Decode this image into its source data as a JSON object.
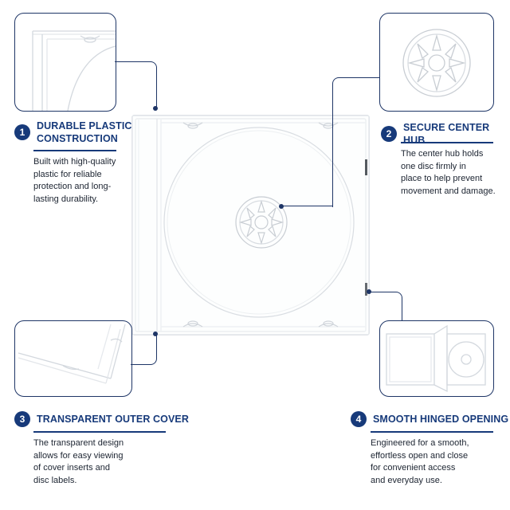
{
  "features": [
    {
      "number": "1",
      "title_line1": "DURABLE PLASTIC",
      "title_line2": "CONSTRUCTION",
      "description": [
        "Built with high-quality",
        "plastic for reliable",
        "protection and long-",
        "lasting durability."
      ]
    },
    {
      "number": "2",
      "title_line1": "SECURE CENTER HUB",
      "title_line2": "",
      "description": [
        "The center hub holds",
        "one disc firmly in",
        "place to help prevent",
        "movement and damage."
      ]
    },
    {
      "number": "3",
      "title_line1": "TRANSPARENT OUTER COVER",
      "title_line2": "",
      "description": [
        "The transparent design",
        "allows for easy viewing",
        "of cover inserts and",
        "disc labels."
      ]
    },
    {
      "number": "4",
      "title_line1": "SMOOTH HINGED OPENING",
      "title_line2": "",
      "description": [
        "Engineered for a smooth,",
        "effortless open and close",
        "for convenient access",
        "and everyday use."
      ]
    }
  ],
  "colors": {
    "accent": "#173a7a",
    "border": "#1e3566",
    "text": "#1c2431",
    "plastic_edge": "#d3d8de"
  },
  "icons": [
    "cd-case-main-image",
    "case-corner-thumbnail",
    "center-hub-thumbnail",
    "cover-edge-thumbnail",
    "open-case-thumbnail"
  ]
}
